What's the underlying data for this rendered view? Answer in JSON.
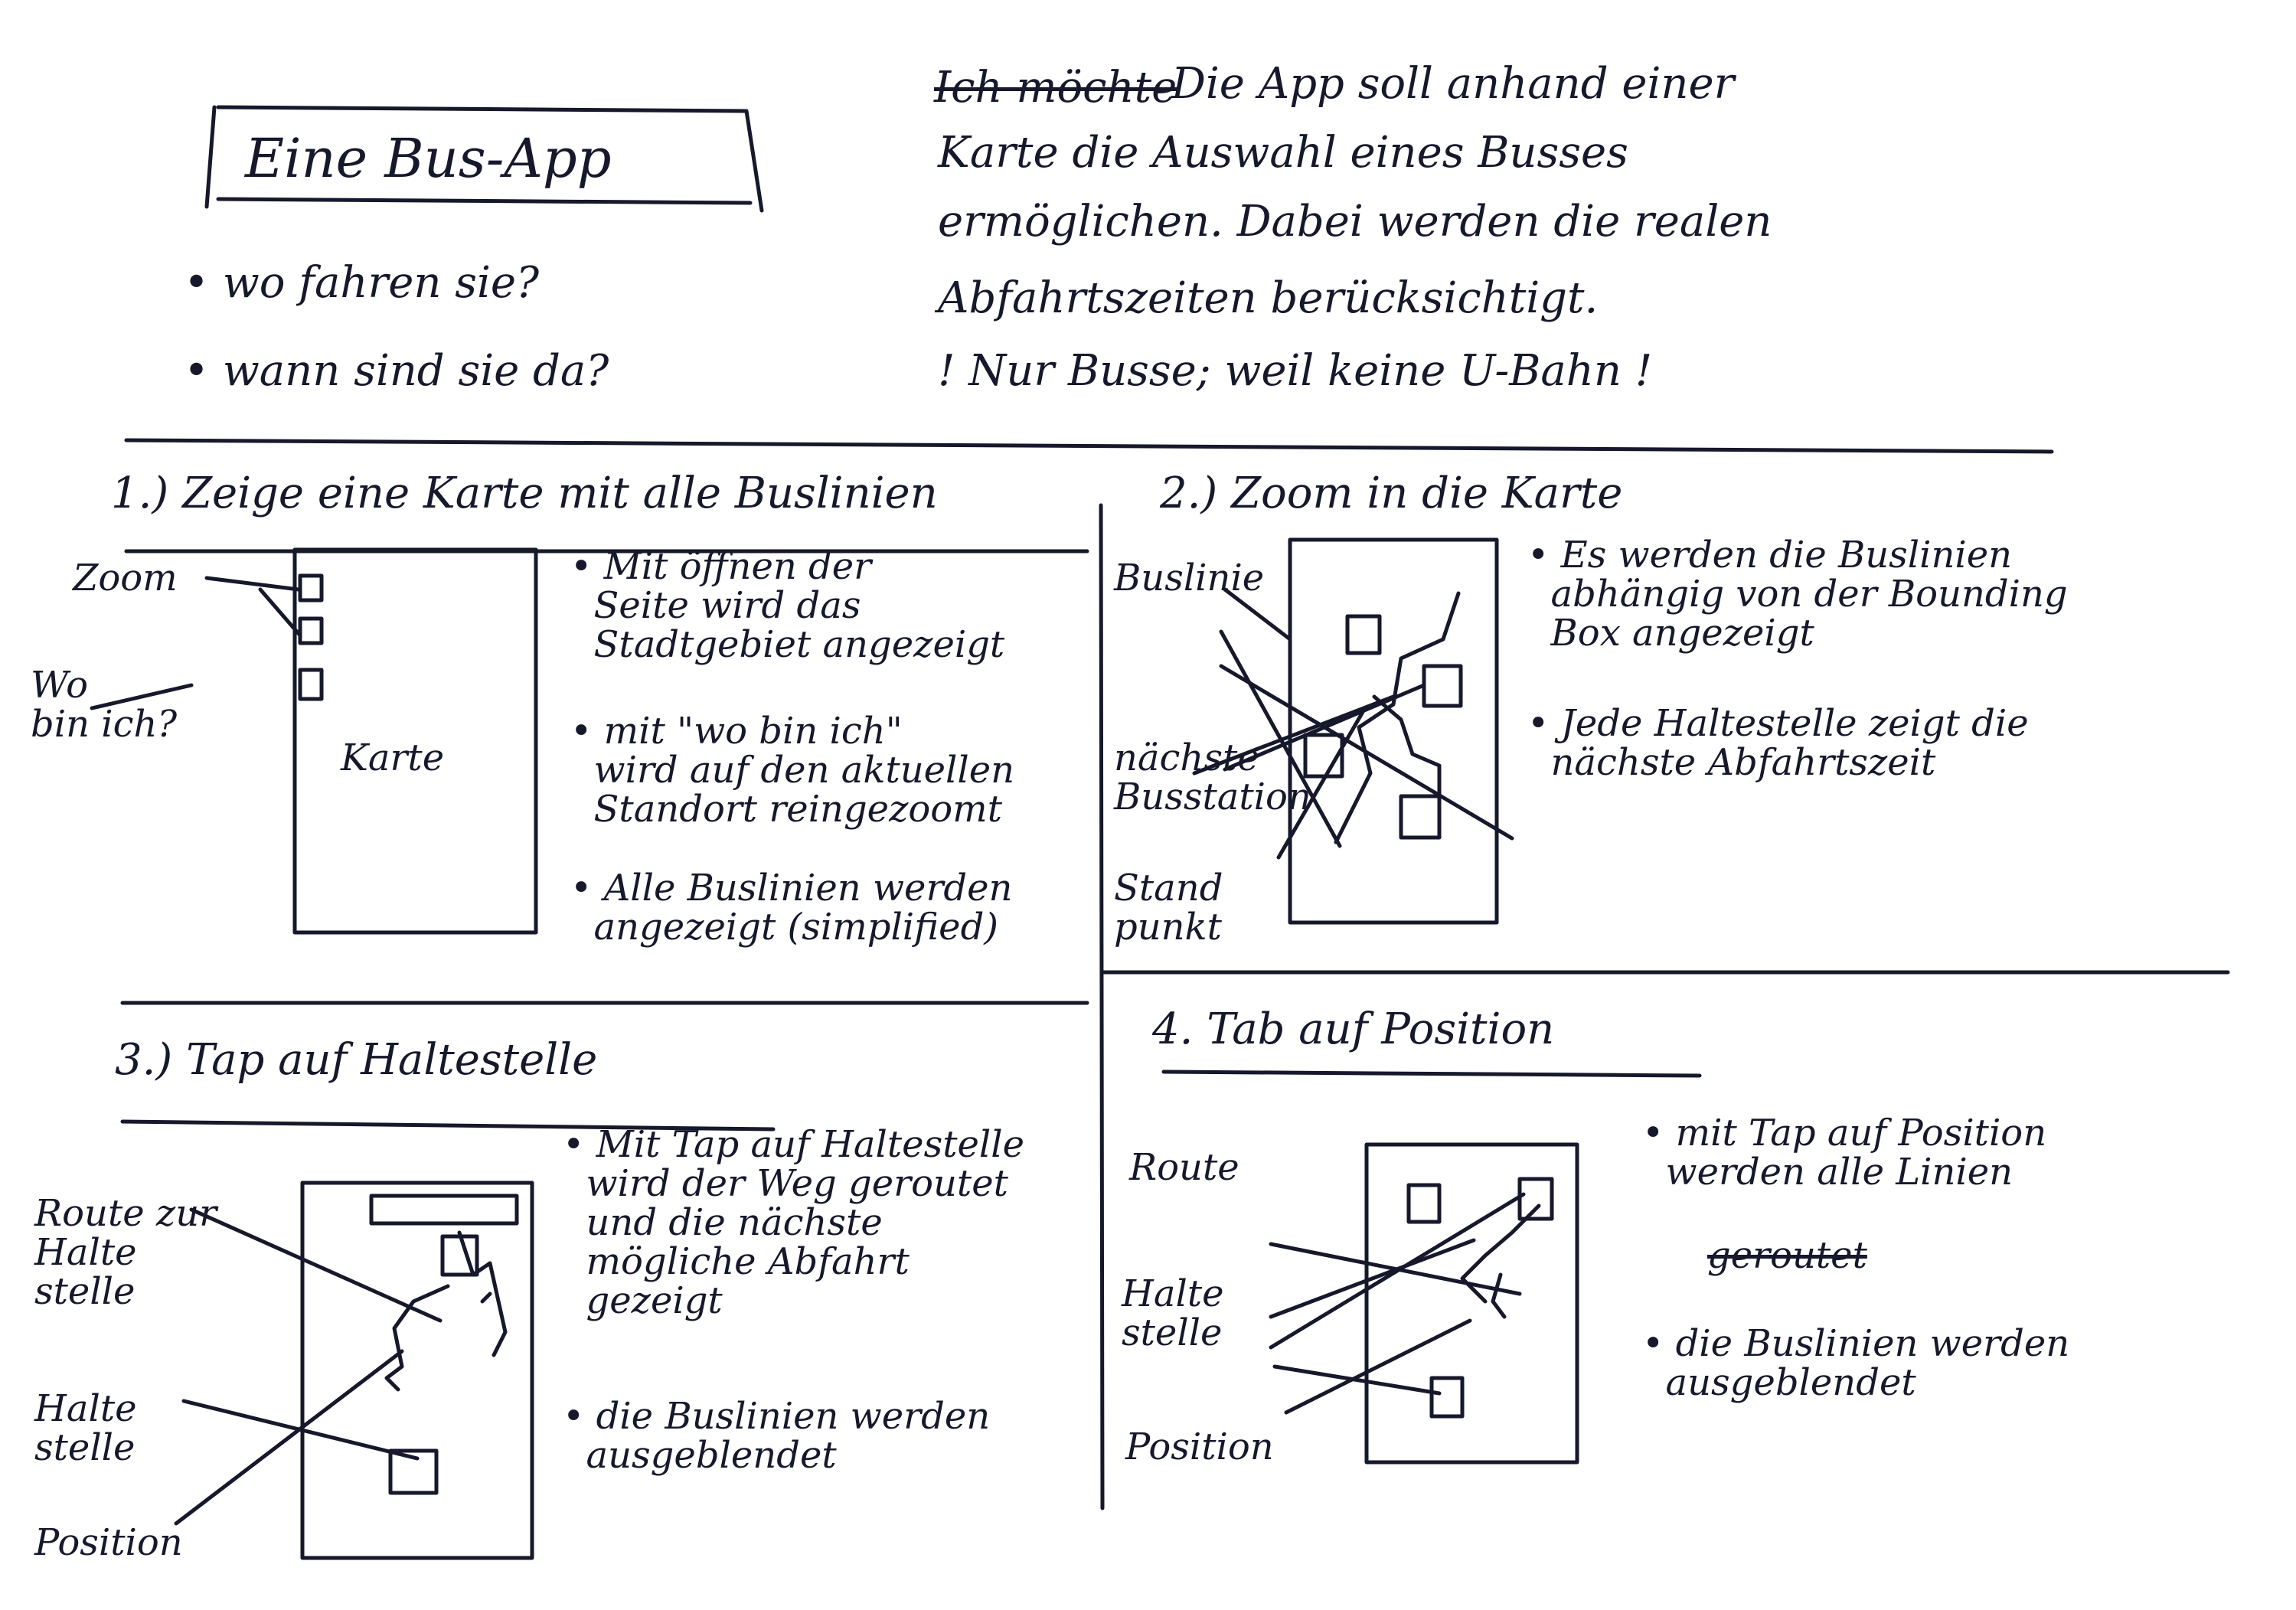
{
  "header": {
    "title": "Eine Bus-App",
    "questions": [
      "• wo fahren sie?",
      "• wann sind sie da?"
    ],
    "description": {
      "struck_prefix": "Ich möchte",
      "lines": [
        "Die App soll anhand einer",
        "Karte die Auswahl eines Busses",
        "ermöglichen. Dabei werden die realen",
        "Abfahrtszeiten berücksichtigt.",
        "! Nur Busse; weil keine U-Bahn !"
      ]
    }
  },
  "steps": [
    {
      "title": "1.) Zeige eine Karte mit alle Buslinien",
      "labels": [
        "Zoom",
        "Wo\nbin ich?"
      ],
      "map_text": "Karte",
      "notes": [
        "• Mit öffnen der\n  Seite wird das\n  Stadtgebiet angezeigt",
        "• mit \"wo bin ich\"\n  wird auf den aktuellen\n  Standort reingezoomt",
        "• Alle Buslinien werden\n  angezeigt (simplified)"
      ]
    },
    {
      "title": "2.) Zoom in die Karte",
      "labels": [
        "Buslinie",
        "nächste\nBusstation",
        "Stand\npunkt"
      ],
      "notes": [
        "• Es werden die Buslinien\n  abhängig von der Bounding\n  Box angezeigt",
        "• Jede Haltestelle zeigt die\n  nächste Abfahrtszeit"
      ]
    },
    {
      "title": "3.) Tap auf Haltestelle",
      "labels": [
        "Route zur\nHalte\nstelle",
        "Halte\nstelle",
        "Position"
      ],
      "notes": [
        "• Mit Tap auf Haltestelle\n  wird der Weg geroutet\n  und die nächste\n  mögliche Abfahrt\n  gezeigt",
        "• die Buslinien werden\n  ausgeblendet"
      ]
    },
    {
      "title": "4. Tab auf Position",
      "labels": [
        "Route",
        "Halte\nstelle",
        "Position"
      ],
      "notes": [
        "• mit Tap auf Position\n  werden alle Linien",
        "• die Buslinien werden\n  ausgeblendet"
      ],
      "struck_word": "geroutet"
    }
  ]
}
